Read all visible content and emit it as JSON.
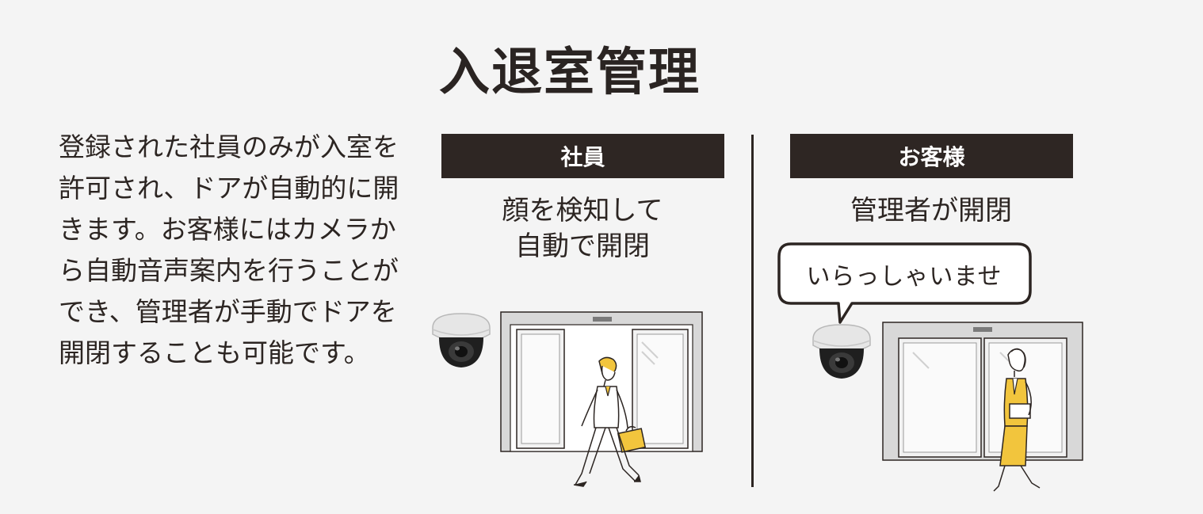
{
  "title": "入退室管理",
  "description": [
    "登録された社員のみが入室を",
    "許可され、ドアが自動的に開",
    "きます。お客様にはカメラか",
    "ら自動音声案内を行うことが",
    "でき、管理者が手動でドアを",
    "開閉することも可能です。"
  ],
  "employee": {
    "label": "社員",
    "text_line1": "顔を検知して",
    "text_line2": "自動で開閉"
  },
  "guest": {
    "label": "お客様",
    "text": "管理者が開閉",
    "speech": "いらっしゃいませ"
  },
  "colors": {
    "background": "#f4f4f4",
    "dark": "#2e2623",
    "accent_yellow": "#f2c53d"
  },
  "icons": [
    "dome-camera-icon",
    "automatic-door-icon",
    "businessman-icon",
    "businesswoman-icon",
    "speech-bubble-icon"
  ]
}
